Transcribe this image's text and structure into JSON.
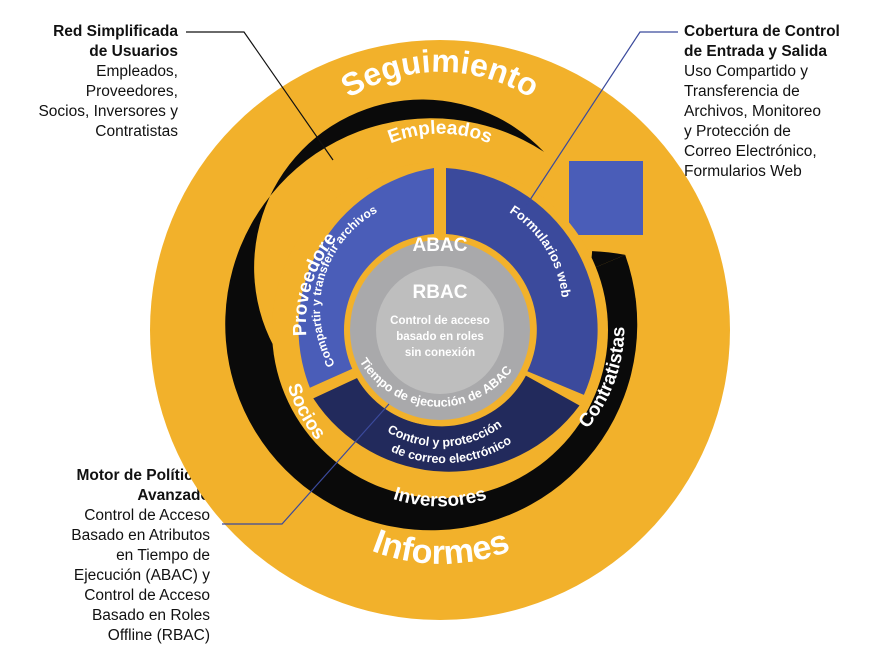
{
  "colors": {
    "gold": "#F2B12B",
    "black": "#0A0A0A",
    "royal_blue": "#4A5DB8",
    "mid_blue": "#3B4A9C",
    "dark_navy": "#222A5C",
    "inner_gray": "#A9A9AB",
    "center_gray": "#BEBEBE",
    "callout_line_black": "#111111",
    "callout_line_blue": "#3B4A9C"
  },
  "outer_ring": {
    "top_label": "Seguimiento",
    "bottom_label": "Informes"
  },
  "user_ring": {
    "top": "Empleados",
    "left_upper": "Proveedores",
    "left_lower": "Socios",
    "right": "Contratistas",
    "bottom": "Inversores"
  },
  "feature_ring": {
    "file_sharing": "Compartir y transferir archivos",
    "web_forms": "Formularios web",
    "email": {
      "line1": "Control y protección",
      "line2": "de correo electrónico"
    }
  },
  "core": {
    "abac": "ABAC",
    "rbac": "RBAC",
    "rbac_desc": [
      "Control de acceso",
      "basado en roles",
      "sin conexión"
    ],
    "abac_runtime": "Tiempo de ejecución de ABAC"
  },
  "callouts": {
    "red": {
      "title": [
        "Red Simplificada",
        "de Usuarios"
      ],
      "body": [
        "Empleados,",
        "Proveedores,",
        "Socios, Inversores y",
        "Contratistas"
      ]
    },
    "cobertura": {
      "title": [
        "Cobertura de Control",
        "de Entrada y Salida"
      ],
      "body": [
        "Uso Compartido y",
        "Transferencia de",
        "Archivos, Monitoreo",
        "y Protección de",
        "Correo Electrónico,",
        "Formularios Web"
      ]
    },
    "motor": {
      "title": [
        "Motor de Políticas",
        "Avanzado"
      ],
      "body": [
        "Control de Acceso",
        "Basado en Atributos",
        "en Tiempo de",
        "Ejecución (ABAC) y",
        "Control de Acceso",
        "Basado en Roles",
        "Offline (RBAC)"
      ]
    }
  }
}
